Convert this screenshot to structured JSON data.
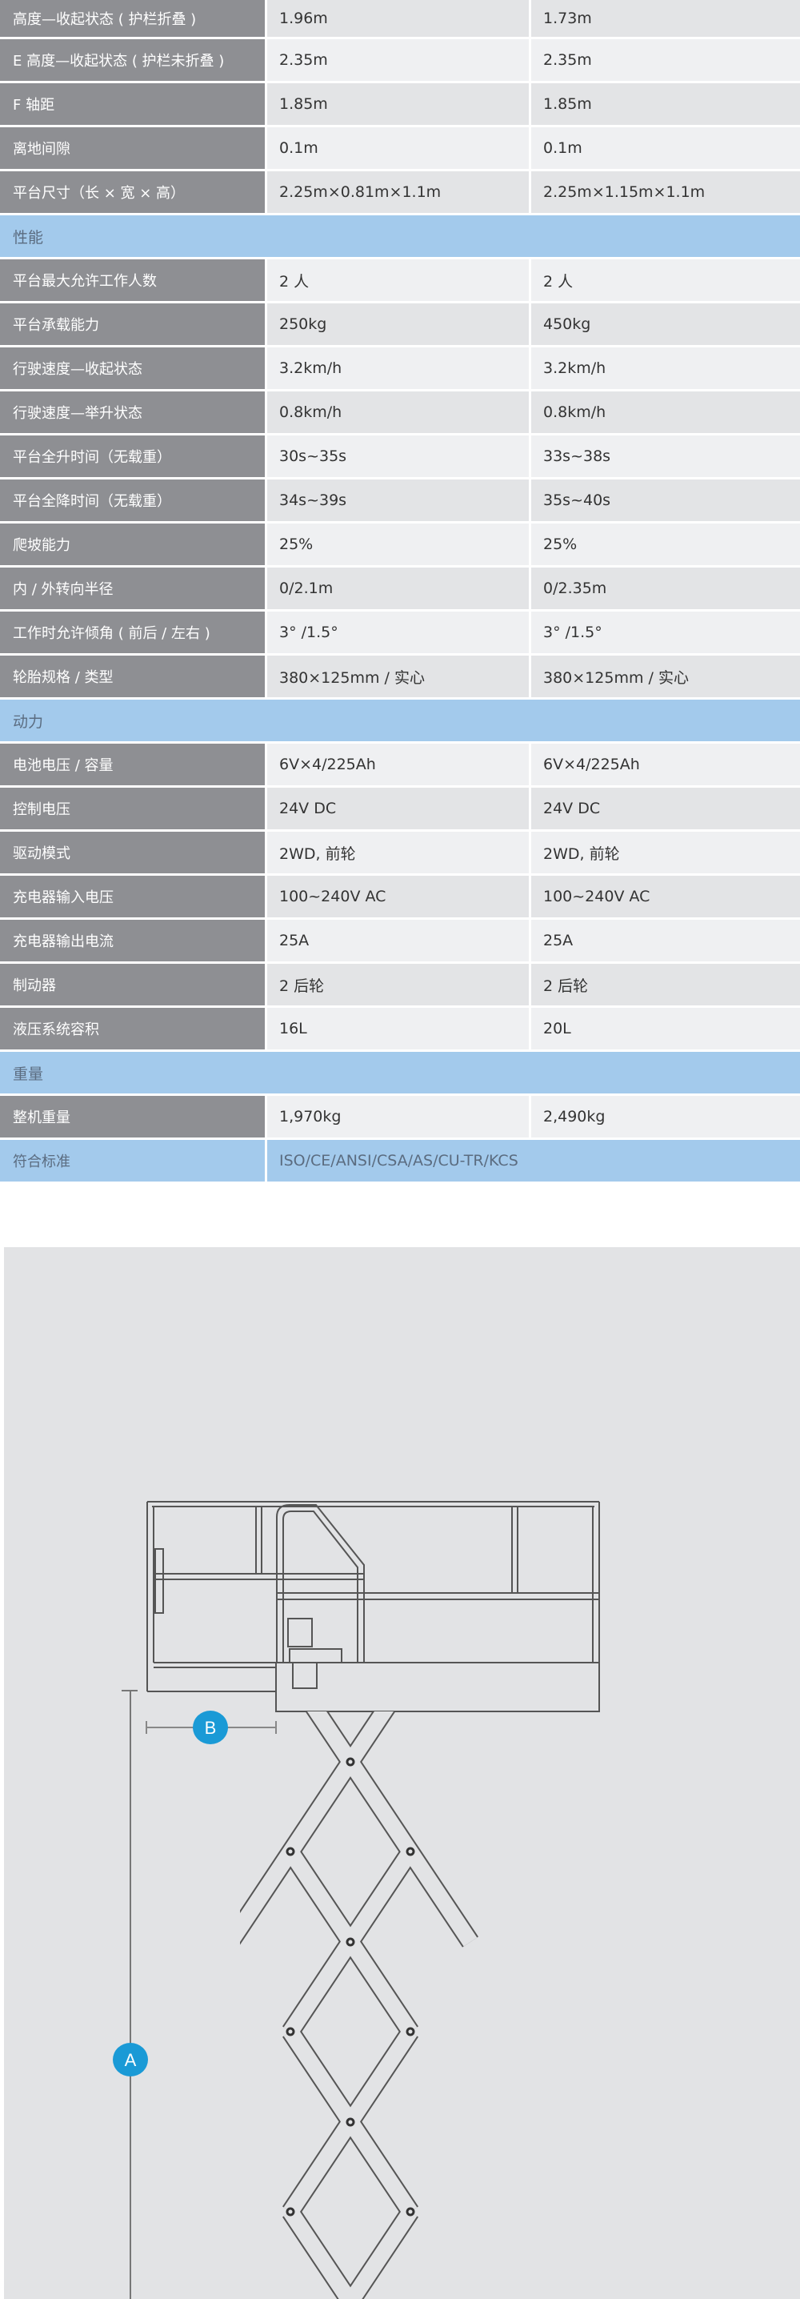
{
  "spec_table": {
    "rows": [
      {
        "type": "row",
        "label": "高度—收起状态 ( 护栏折叠 )",
        "v1": "1.96m",
        "v2": "1.73m"
      },
      {
        "type": "row",
        "label": "E 高度—收起状态 ( 护栏未折叠 )",
        "v1": "2.35m",
        "v2": "2.35m"
      },
      {
        "type": "row",
        "label": "F  轴距",
        "v1": "1.85m",
        "v2": "1.85m"
      },
      {
        "type": "row",
        "label": "离地间隙",
        "v1": "0.1m",
        "v2": "0.1m"
      },
      {
        "type": "row",
        "label": "平台尺寸（长 × 宽 × 高）",
        "v1": "2.25m×0.81m×1.1m",
        "v2": "2.25m×1.15m×1.1m"
      },
      {
        "type": "section",
        "label": "性能"
      },
      {
        "type": "row",
        "label": "平台最大允许工作人数",
        "v1": "2 人",
        "v2": "2 人"
      },
      {
        "type": "row",
        "label": "平台承载能力",
        "v1": "250kg",
        "v2": "450kg"
      },
      {
        "type": "row",
        "label": "行驶速度—收起状态",
        "v1": "3.2km/h",
        "v2": "3.2km/h"
      },
      {
        "type": "row",
        "label": "行驶速度—举升状态",
        "v1": "0.8km/h",
        "v2": "0.8km/h"
      },
      {
        "type": "row",
        "label": "平台全升时间（无载重）",
        "v1": "30s~35s",
        "v2": "33s~38s"
      },
      {
        "type": "row",
        "label": "平台全降时间（无载重）",
        "v1": "34s~39s",
        "v2": "35s~40s"
      },
      {
        "type": "row",
        "label": "爬坡能力",
        "v1": "25%",
        "v2": "25%"
      },
      {
        "type": "row",
        "label": "内 / 外转向半径",
        "v1": "0/2.1m",
        "v2": "0/2.35m"
      },
      {
        "type": "row",
        "label": "工作时允许倾角 ( 前后 / 左右 )",
        "v1": "3° /1.5°",
        "v2": "3° /1.5°"
      },
      {
        "type": "row",
        "label": "轮胎规格 / 类型",
        "v1": "380×125mm / 实心",
        "v2": "380×125mm / 实心"
      },
      {
        "type": "section",
        "label": "动力"
      },
      {
        "type": "row",
        "label": "电池电压 / 容量",
        "v1": "6V×4/225Ah",
        "v2": "6V×4/225Ah"
      },
      {
        "type": "row",
        "label": "控制电压",
        "v1": "24V DC",
        "v2": "24V DC"
      },
      {
        "type": "row",
        "label": "驱动模式",
        "v1": "2WD, 前轮",
        "v2": "2WD, 前轮"
      },
      {
        "type": "row",
        "label": "充电器输入电压",
        "v1": "100~240V AC",
        "v2": "100~240V AC"
      },
      {
        "type": "row",
        "label": "充电器输出电流",
        "v1": "25A",
        "v2": "25A"
      },
      {
        "type": "row",
        "label": "制动器",
        "v1": "2 后轮",
        "v2": "2 后轮"
      },
      {
        "type": "row",
        "label": "液压系统容积",
        "v1": "16L",
        "v2": "20L"
      },
      {
        "type": "section",
        "label": "重量"
      },
      {
        "type": "row",
        "label": "整机重量",
        "v1": "1,970kg",
        "v2": "2,490kg"
      },
      {
        "type": "standard",
        "label": "符合标准",
        "value": "ISO/CE/ANSI/CSA/AS/CU-TR/KCS"
      }
    ]
  },
  "diagram": {
    "marker_a": "A",
    "marker_b": "B",
    "marker_color": "#1a9ad6"
  }
}
